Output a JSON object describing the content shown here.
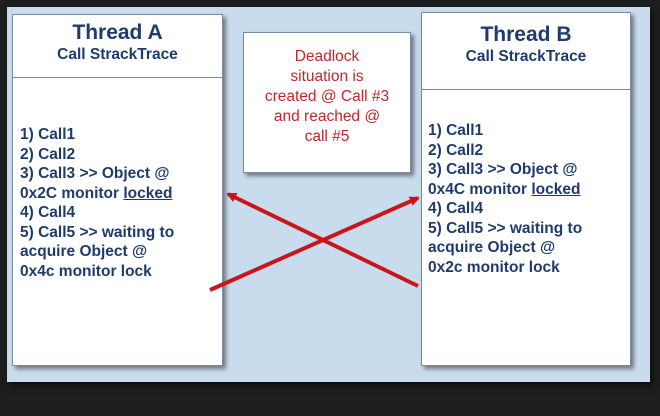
{
  "thread_a": {
    "title": "Thread A",
    "subtitle": "Call StrackTrace",
    "calls": [
      "1) Call1",
      "2) Call2",
      "3) Call3 >> Object @",
      "0x2C monitor ",
      "4) Call4",
      "5) Call5 >> waiting to",
      "acquire Object @",
      "0x4c monitor lock"
    ],
    "locked_word": "locked"
  },
  "thread_b": {
    "title": "Thread B",
    "subtitle": "Call StrackTrace",
    "calls": [
      "1) Call1",
      "2) Call2",
      "3) Call3 >> Object @",
      "0x4C monitor ",
      "4) Call4",
      "5) Call5 >> waiting to",
      "acquire Object @",
      "0x2c monitor lock"
    ],
    "locked_word": "locked"
  },
  "note": {
    "lines": [
      "Deadlock",
      "situation is",
      "created @ Call #3",
      "and reached @",
      "call #5"
    ]
  },
  "colors": {
    "background": "#1e1e1e",
    "panel": "#c9dcee",
    "thread_text": "#1f3b6e",
    "note_text": "#c0282c",
    "arrow": "#c8161c"
  }
}
